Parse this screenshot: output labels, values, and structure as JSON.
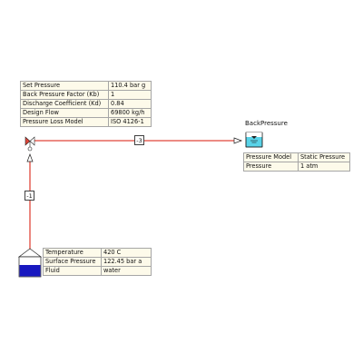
{
  "valve": {
    "properties": [
      {
        "key": "Set Pressure",
        "value": "110.4 bar g"
      },
      {
        "key": "Back Pressure Factor (Kb)",
        "value": "1"
      },
      {
        "key": "Discharge Coefficient (Kd)",
        "value": "0.84"
      },
      {
        "key": "Design Flow",
        "value": "69800 kg/h"
      },
      {
        "key": "Pressure Loss Model",
        "value": "ISO 4126-1"
      }
    ]
  },
  "back_pressure": {
    "label": "BackPressure",
    "properties": [
      {
        "key": "Pressure Model",
        "value": "Static Pressure"
      },
      {
        "key": "Pressure",
        "value": "1 atm"
      }
    ]
  },
  "tank": {
    "properties": [
      {
        "key": "Temperature",
        "value": "420 C"
      },
      {
        "key": "Surface Pressure",
        "value": "122.45 bar a"
      },
      {
        "key": "Fluid",
        "value": "water"
      }
    ]
  },
  "pipes": {
    "pipe_3": "-3",
    "pipe_1": "-1"
  },
  "colors": {
    "pipe": "#e0463a",
    "tank_fill": "#1818c0",
    "backpressure_fill": "#59d3e8",
    "table_background": "#fdfaea"
  }
}
